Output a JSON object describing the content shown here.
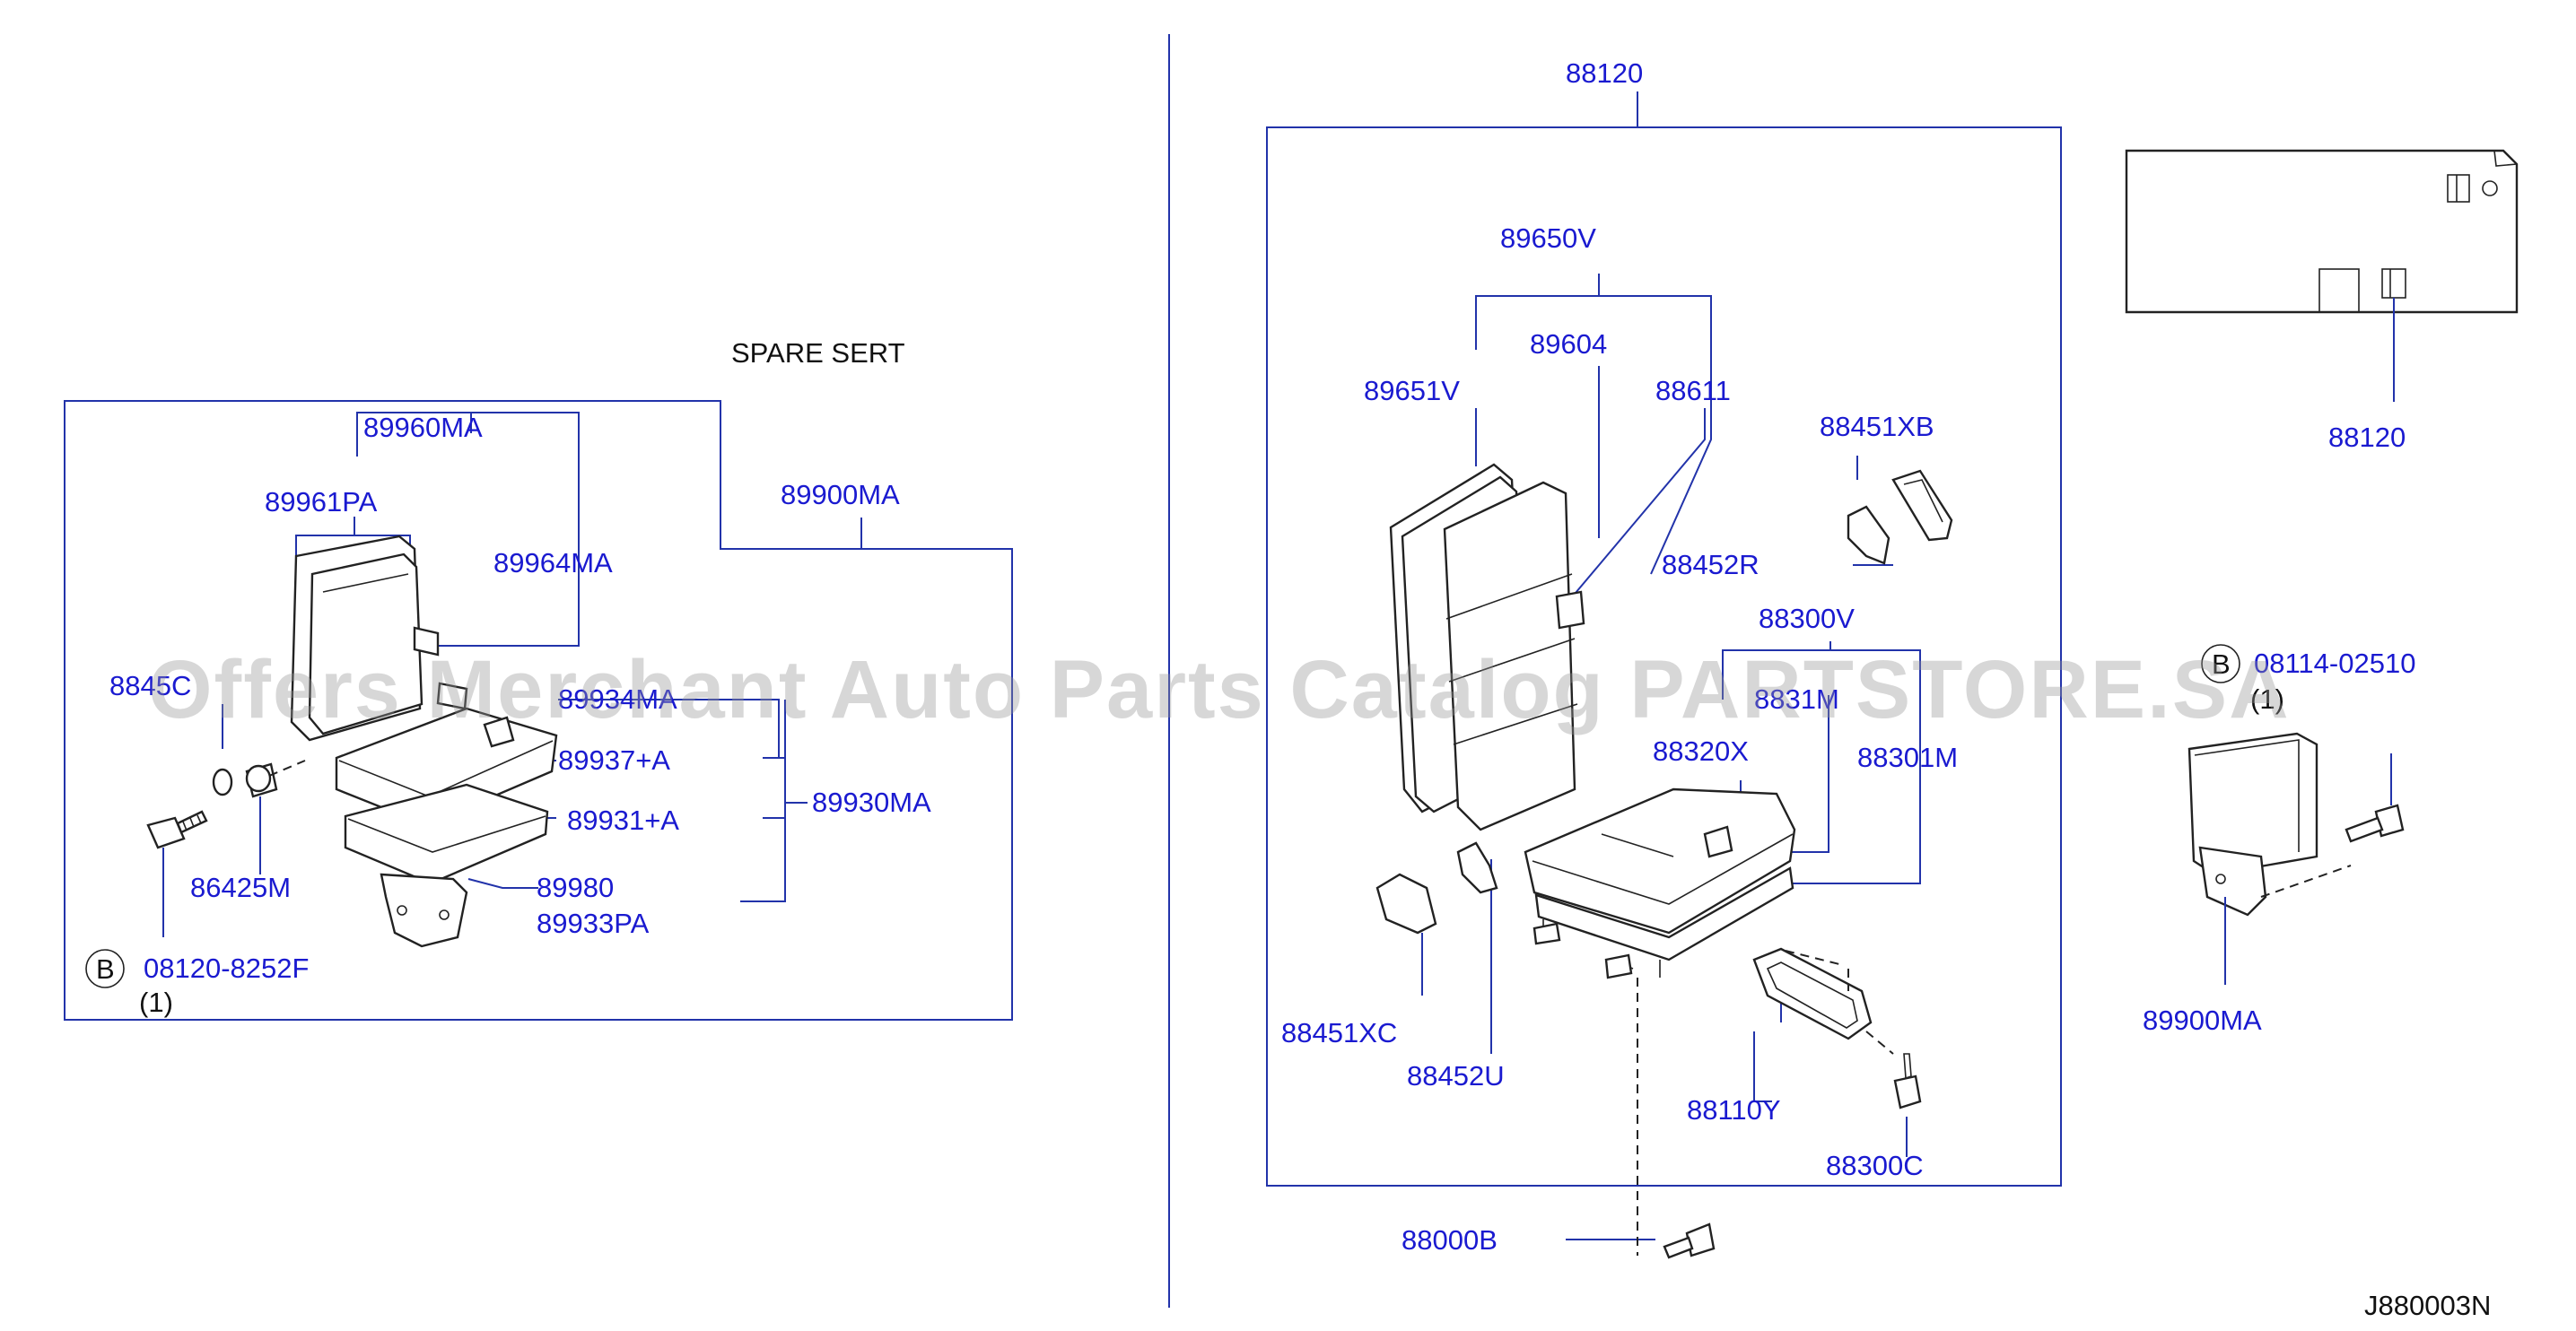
{
  "diagram": {
    "section_title": "SPARE   SERT",
    "figure_code": "J880003N",
    "watermark": "Offers Merchant Auto Parts Catalog PARTSTORE.SA",
    "left_group": {
      "labels": {
        "p89960MA": "89960MA",
        "p89961PA": "89961PA",
        "p89964MA": "89964MA",
        "p89900MA": "89900MA",
        "p8845xC": "8845C",
        "p89934MA": "89934MA",
        "p89937A": "89937+A",
        "p89931A": "89931+A",
        "p89930MA": "89930MA",
        "p86425M": "86425M",
        "p89980": "89980",
        "p89933PA": "89933PA",
        "p08120": "08120-8252F",
        "qty": "(1)",
        "b_marker": "B"
      }
    },
    "right_group": {
      "labels": {
        "p88120_top": "88120",
        "p89650V": "89650V",
        "p89604": "89604",
        "p89651V": "89651V",
        "p88611": "88611",
        "p88451XB": "88451XB",
        "p88452R": "88452R",
        "p88300V": "88300V",
        "p88301M_partial": "8831M",
        "p88320X": "88320X",
        "p88301M": "88301M",
        "p88451XC": "88451XC",
        "p88452U": "88452U",
        "p88110Y": "88110Y",
        "p88300C": "88300C",
        "p88000B": "88000B",
        "p88120_side": "88120",
        "p08114": "08114-02510",
        "qty": "(1)",
        "p89900MA": "89900MA",
        "b_marker": "B"
      }
    },
    "colors": {
      "label_text": "#1a1ad0",
      "leader_lines": "#2233aa",
      "part_outline": "#222222",
      "watermark": "#969696"
    }
  }
}
